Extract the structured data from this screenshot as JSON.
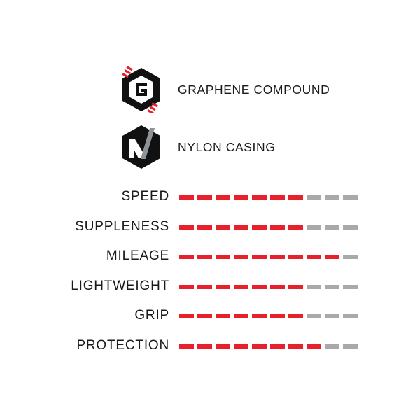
{
  "features": [
    {
      "label": "GRAPHENE COMPOUND",
      "icon": "graphene-g-icon"
    },
    {
      "label": "NYLON CASING",
      "icon": "nylon-n-icon"
    }
  ],
  "colors": {
    "active": "#e8202a",
    "inactive": "#a9a9a9",
    "badge": "#111111"
  },
  "ratings": [
    {
      "label": "SPEED",
      "score": 7,
      "max": 10
    },
    {
      "label": "SUPPLENESS",
      "score": 7,
      "max": 10
    },
    {
      "label": "MILEAGE",
      "score": 9,
      "max": 10
    },
    {
      "label": "LIGHTWEIGHT",
      "score": 7,
      "max": 10
    },
    {
      "label": "GRIP",
      "score": 7,
      "max": 10
    },
    {
      "label": "PROTECTION",
      "score": 8,
      "max": 10
    }
  ]
}
